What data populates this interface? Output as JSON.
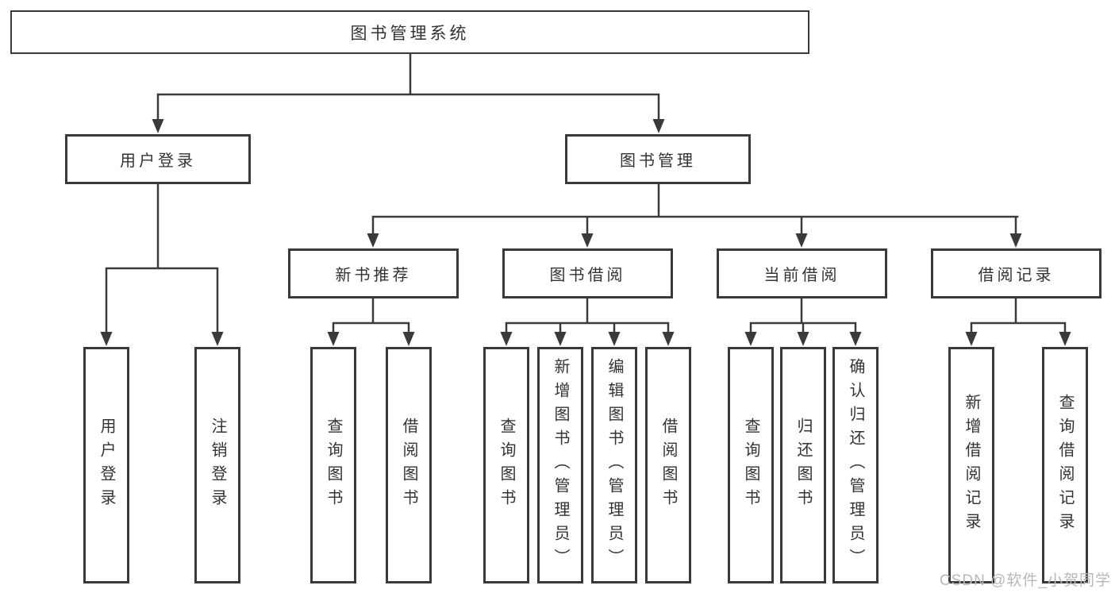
{
  "colors": {
    "line": "#3a3a3a",
    "text": "#333333",
    "box_background": "#ffffff",
    "watermark": "#b8b8b8"
  },
  "watermark": {
    "text": "CSDN @软件_小贺同学"
  },
  "tree": {
    "root": {
      "label": "图书管理系统"
    },
    "branches": [
      {
        "label": "用户登录",
        "children": [
          {
            "label": "用户登录"
          },
          {
            "label": "注销登录"
          }
        ]
      },
      {
        "label": "图书管理",
        "children": [
          {
            "label": "新书推荐",
            "children": [
              {
                "label": "查询图书"
              },
              {
                "label": "借阅图书"
              }
            ]
          },
          {
            "label": "图书借阅",
            "children": [
              {
                "label": "查询图书"
              },
              {
                "label": "新增图书（管理员）"
              },
              {
                "label": "编辑图书（管理员）"
              },
              {
                "label": "借阅图书"
              }
            ]
          },
          {
            "label": "当前借阅",
            "children": [
              {
                "label": "查询图书"
              },
              {
                "label": "归还图书"
              },
              {
                "label": "确认归还（管理员）"
              }
            ]
          },
          {
            "label": "借阅记录",
            "children": [
              {
                "label": "新增借阅记录"
              },
              {
                "label": "查询借阅记录"
              }
            ]
          }
        ]
      }
    ]
  }
}
